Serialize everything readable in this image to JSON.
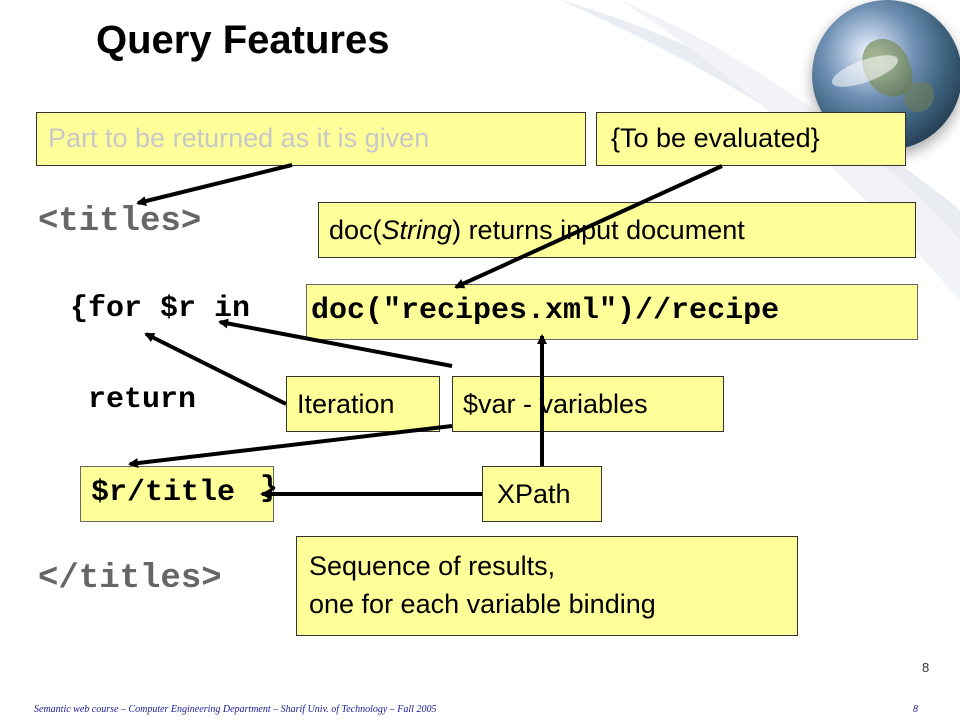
{
  "slide": {
    "title": "Query Features",
    "page_number": "8",
    "footer": "Semantic web course – Computer Engineering Department – Sharif Univ. of Technology – Fall 2005",
    "footer_number": "8"
  },
  "callouts": {
    "returned_as_given": "Part to be returned as it is given",
    "evaluated": "{To be evaluated}",
    "doc_prefix": "doc(",
    "doc_italic": "String",
    "doc_suffix": ") returns input document",
    "doc_expression": "doc(\"recipes.xml\")//recipe",
    "iteration": "Iteration",
    "variables": "$var - variables",
    "xpath": "XPath",
    "sequence_line1": "Sequence of results,",
    "sequence_line2": "one for each variable binding"
  },
  "code": {
    "open_tag": "<titles>",
    "for_clause": "{for $r in",
    "return_kw": "return",
    "title_path": "$r/title",
    "close_brace": "}",
    "close_tag": "</titles>"
  },
  "colors": {
    "callout_fill": "#ffff99",
    "code_tag": "#666666",
    "faded_text": "#c8c8c8",
    "footer": "#1a1a9a"
  }
}
